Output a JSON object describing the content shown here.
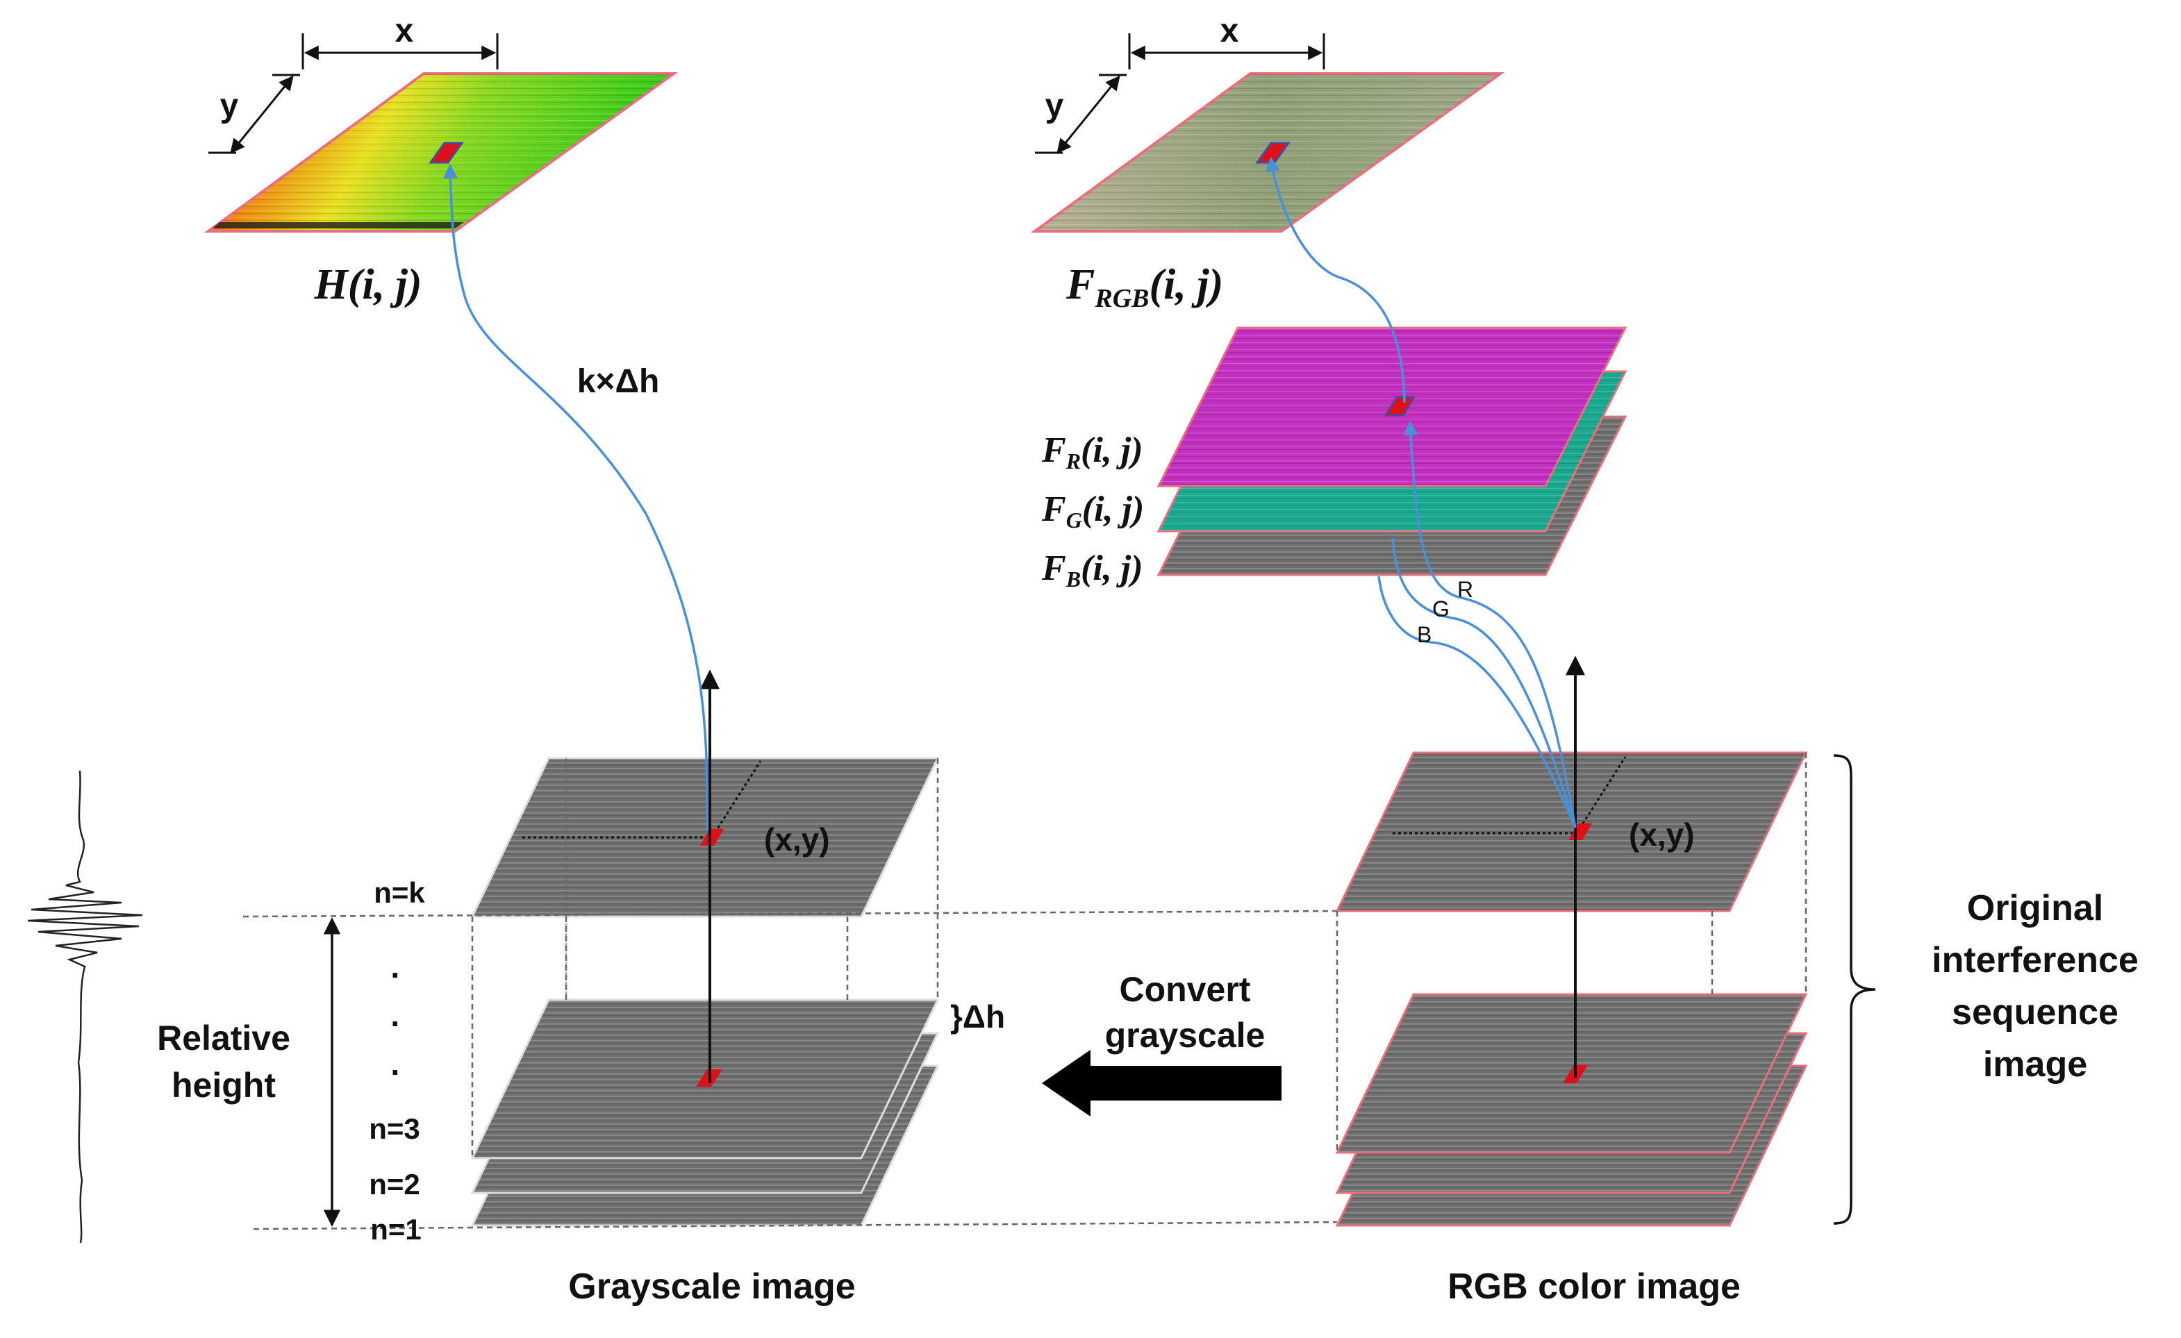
{
  "labels": {
    "x_left": "x",
    "y_left": "y",
    "x_right": "x",
    "y_right": "y",
    "height_map": "H(i, j)",
    "rgb_map": "F",
    "rgb_map_sub": "RGB",
    "rgb_map_args": "(i, j)",
    "f_r": "F",
    "f_r_sub": "R",
    "f_g": "F",
    "f_g_sub": "G",
    "f_b": "F",
    "f_b_sub": "B",
    "channel_args": "(i, j)",
    "k_dh": "k×Δh",
    "channel_r": "R",
    "channel_g": "G",
    "channel_b": "B",
    "xy_left": "(x,y)",
    "xy_right": "(x,y)",
    "n_k": "n=k",
    "n_3": "n=3",
    "n_2": "n=2",
    "n_1": "n=1",
    "dots": [
      "·",
      "·",
      "·"
    ],
    "relative_height_1": "Relative",
    "relative_height_2": "height",
    "delta_h": "}Δh",
    "convert_1": "Convert",
    "convert_2": "grayscale",
    "original_1": "Original",
    "original_2": "interference",
    "original_3": "sequence",
    "original_4": "image",
    "grayscale_caption": "Grayscale image",
    "rgb_caption": "RGB color image"
  },
  "colors": {
    "gray_plane": "#6e6e6e",
    "plane_border_rgb": "#e8707e",
    "blue_curve": "#4a90d9",
    "magenta": "#c230c0",
    "teal": "#1aa890",
    "marker": "#e0101a"
  }
}
